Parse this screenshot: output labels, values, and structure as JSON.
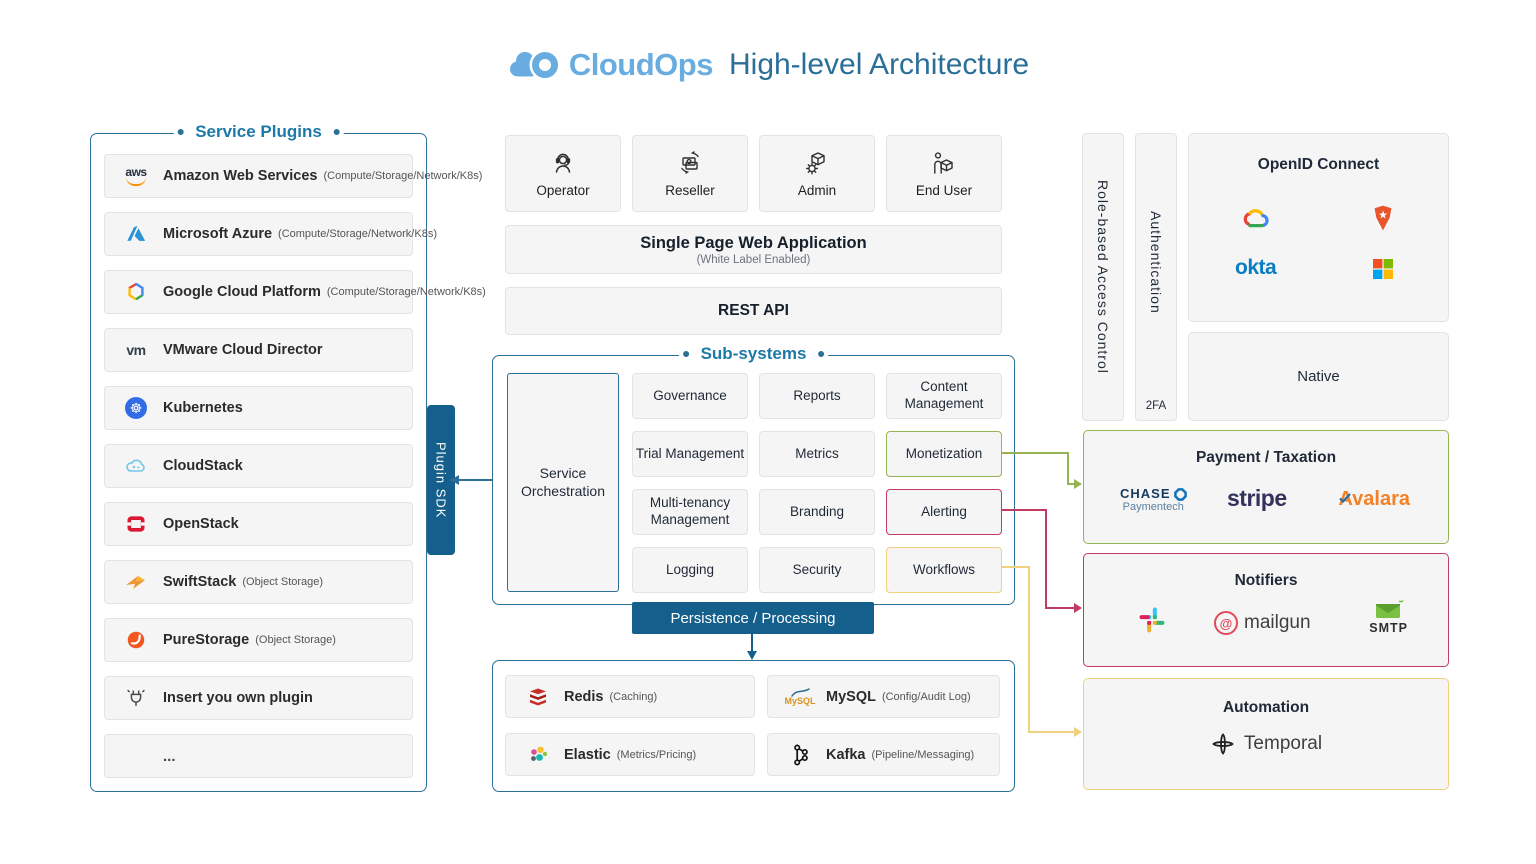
{
  "header": {
    "brand": "CloudOps",
    "title": "High-level Architecture"
  },
  "service_plugins": {
    "label": "Service Plugins",
    "items": [
      {
        "name": "Amazon Web Services",
        "note": "(Compute/Storage/Network/K8s)",
        "icon": "aws-icon"
      },
      {
        "name": "Microsoft Azure",
        "note": "(Compute/Storage/Network/K8s)",
        "icon": "azure-icon"
      },
      {
        "name": "Google Cloud Platform",
        "note": "(Compute/Storage/Network/K8s)",
        "icon": "gcp-icon"
      },
      {
        "name": "VMware Cloud Director",
        "note": "",
        "icon": "vmware-icon"
      },
      {
        "name": "Kubernetes",
        "note": "",
        "icon": "kubernetes-icon"
      },
      {
        "name": "CloudStack",
        "note": "",
        "icon": "cloudstack-icon"
      },
      {
        "name": "OpenStack",
        "note": "",
        "icon": "openstack-icon"
      },
      {
        "name": "SwiftStack",
        "note": "(Object Storage)",
        "icon": "swiftstack-icon"
      },
      {
        "name": "PureStorage",
        "note": "(Object Storage)",
        "icon": "purestorage-icon"
      },
      {
        "name": "Insert you own plugin",
        "note": "",
        "icon": "plug-icon"
      },
      {
        "name": "...",
        "note": "",
        "icon": ""
      }
    ]
  },
  "plugin_sdk": {
    "label": "Plugin SDK"
  },
  "actors": {
    "items": [
      {
        "label": "Operator",
        "icon": "operator-icon"
      },
      {
        "label": "Reseller",
        "icon": "reseller-icon"
      },
      {
        "label": "Admin",
        "icon": "admin-icon"
      },
      {
        "label": "End User",
        "icon": "end-user-icon"
      }
    ]
  },
  "spa": {
    "title": "Single Page Web Application",
    "subtitle": "(White Label Enabled)"
  },
  "rest_api": {
    "label": "REST API"
  },
  "subsystems": {
    "label": "Sub-systems",
    "orchestration": "Service Orchestration",
    "cells": [
      {
        "label": "Governance",
        "accent": "none"
      },
      {
        "label": "Reports",
        "accent": "none"
      },
      {
        "label": "Content Management",
        "accent": "none"
      },
      {
        "label": "Trial Management",
        "accent": "none"
      },
      {
        "label": "Metrics",
        "accent": "none"
      },
      {
        "label": "Monetization",
        "accent": "green"
      },
      {
        "label": "Multi-tenancy Management",
        "accent": "none"
      },
      {
        "label": "Branding",
        "accent": "none"
      },
      {
        "label": "Alerting",
        "accent": "red"
      },
      {
        "label": "Logging",
        "accent": "none"
      },
      {
        "label": "Security",
        "accent": "none"
      },
      {
        "label": "Workflows",
        "accent": "yellow"
      }
    ]
  },
  "persistence": {
    "label": "Persistence / Processing",
    "items": [
      {
        "name": "Redis",
        "note": "(Caching)",
        "icon": "redis-icon"
      },
      {
        "name": "MySQL",
        "note": "(Config/Audit Log)",
        "icon": "mysql-icon"
      },
      {
        "name": "Elastic",
        "note": "(Metrics/Pricing)",
        "icon": "elastic-icon"
      },
      {
        "name": "Kafka",
        "note": "(Pipeline/Messaging)",
        "icon": "kafka-icon"
      }
    ]
  },
  "access": {
    "rbac_label": "Role-based Access Control",
    "auth_label": "Authentication",
    "badge": "2FA"
  },
  "openid": {
    "title": "OpenID Connect",
    "providers": [
      "google-cloud",
      "auth0",
      "okta",
      "microsoft"
    ],
    "okta_label": "okta"
  },
  "native": {
    "label": "Native"
  },
  "payment": {
    "title": "Payment / Taxation",
    "providers": [
      "chase-paymentech",
      "stripe",
      "avalara"
    ],
    "chase_line1": "CHASE",
    "chase_line2": "Paymentech",
    "stripe_label": "stripe",
    "avalara_label": "Avalara"
  },
  "notifiers": {
    "title": "Notifiers",
    "providers": [
      "slack",
      "mailgun",
      "smtp"
    ],
    "mailgun_label": "mailgun",
    "smtp_label": "SMTP"
  },
  "automation": {
    "title": "Automation",
    "provider_label": "Temporal"
  },
  "colors": {
    "primary_blue": "#2d7096",
    "dark_blue": "#145f8c",
    "label_blue": "#1d7aa8",
    "accent_green": "#96b353",
    "accent_red": "#c23b60",
    "accent_yellow": "#eed27e"
  }
}
